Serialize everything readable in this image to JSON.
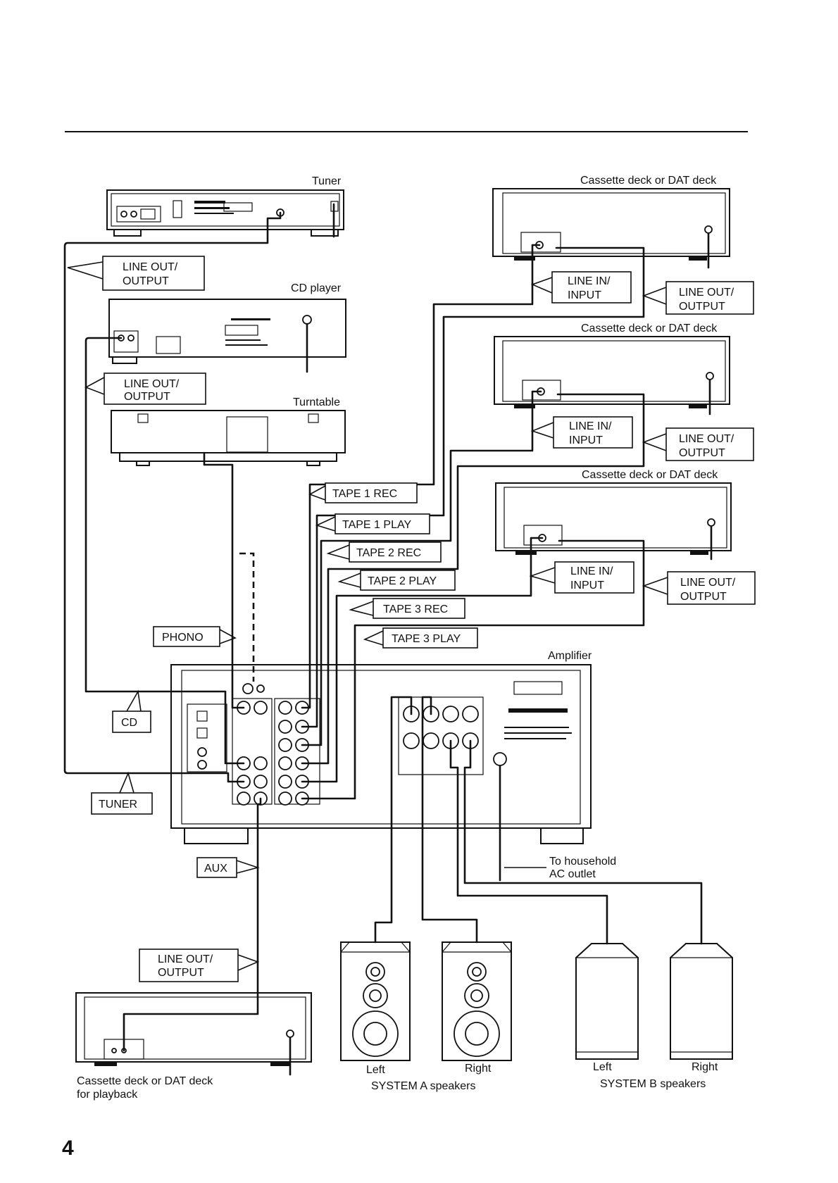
{
  "page_number": "4",
  "devices": {
    "tuner": "Tuner",
    "cd_player": "CD player",
    "turntable": "Turntable",
    "deck1": "Cassette deck or DAT deck",
    "deck2": "Cassette deck or DAT deck",
    "deck3": "Cassette deck or DAT deck",
    "amplifier": "Amplifier",
    "playback_deck_line1": "Cassette deck or DAT deck",
    "playback_deck_line2": "for playback"
  },
  "callouts": {
    "line_out_1": "LINE OUT/",
    "line_out_2": "OUTPUT",
    "line_in_1": "LINE IN/",
    "line_in_2": "INPUT",
    "tape1_rec": "TAPE 1 REC",
    "tape1_play": "TAPE 1 PLAY",
    "tape2_rec": "TAPE 2 REC",
    "tape2_play": "TAPE 2 PLAY",
    "tape3_rec": "TAPE 3 REC",
    "tape3_play": "TAPE 3 PLAY",
    "phono": "PHONO",
    "cd": "CD",
    "tuner": "TUNER",
    "aux": "AUX"
  },
  "ac_outlet": {
    "line1": "To household",
    "line2": "AC outlet"
  },
  "speakers": {
    "system_a": {
      "left": "Left",
      "right": "Right",
      "title": "SYSTEM A speakers"
    },
    "system_b": {
      "left": "Left",
      "right": "Right",
      "title": "SYSTEM B speakers"
    }
  }
}
